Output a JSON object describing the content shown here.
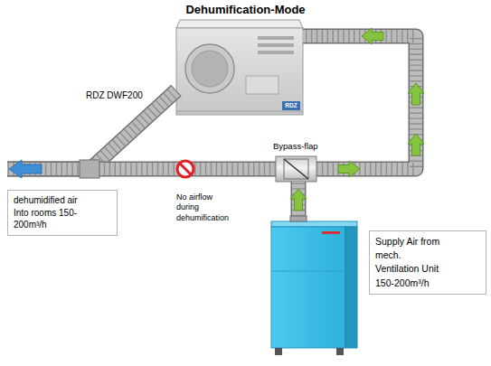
{
  "diagram": {
    "title": "Dehumification-Mode",
    "nodes": [
      {
        "text": [
          "RDZ DWF200"
        ]
      },
      {
        "text": [
          "Bypass-flap"
        ]
      },
      {
        "text": [
          "dehumidified air Into rooms 150-200m³/h"
        ]
      },
      {
        "text": [
          "Supply Air from mech. Ventilation Unit 150-200m³/h"
        ]
      }
    ],
    "edges": [
      {
        "from": 3,
        "to": 1,
        "arrow": "to"
      },
      {
        "from": 1,
        "to": 0,
        "arrow": "to"
      },
      {
        "from": 0,
        "to": 2,
        "arrow": "to"
      },
      {
        "from": 1,
        "to": 2,
        "arrow": "none"
      }
    ],
    "labels": [
      "No airflow during dehumification",
      "RDZ"
    ]
  }
}
